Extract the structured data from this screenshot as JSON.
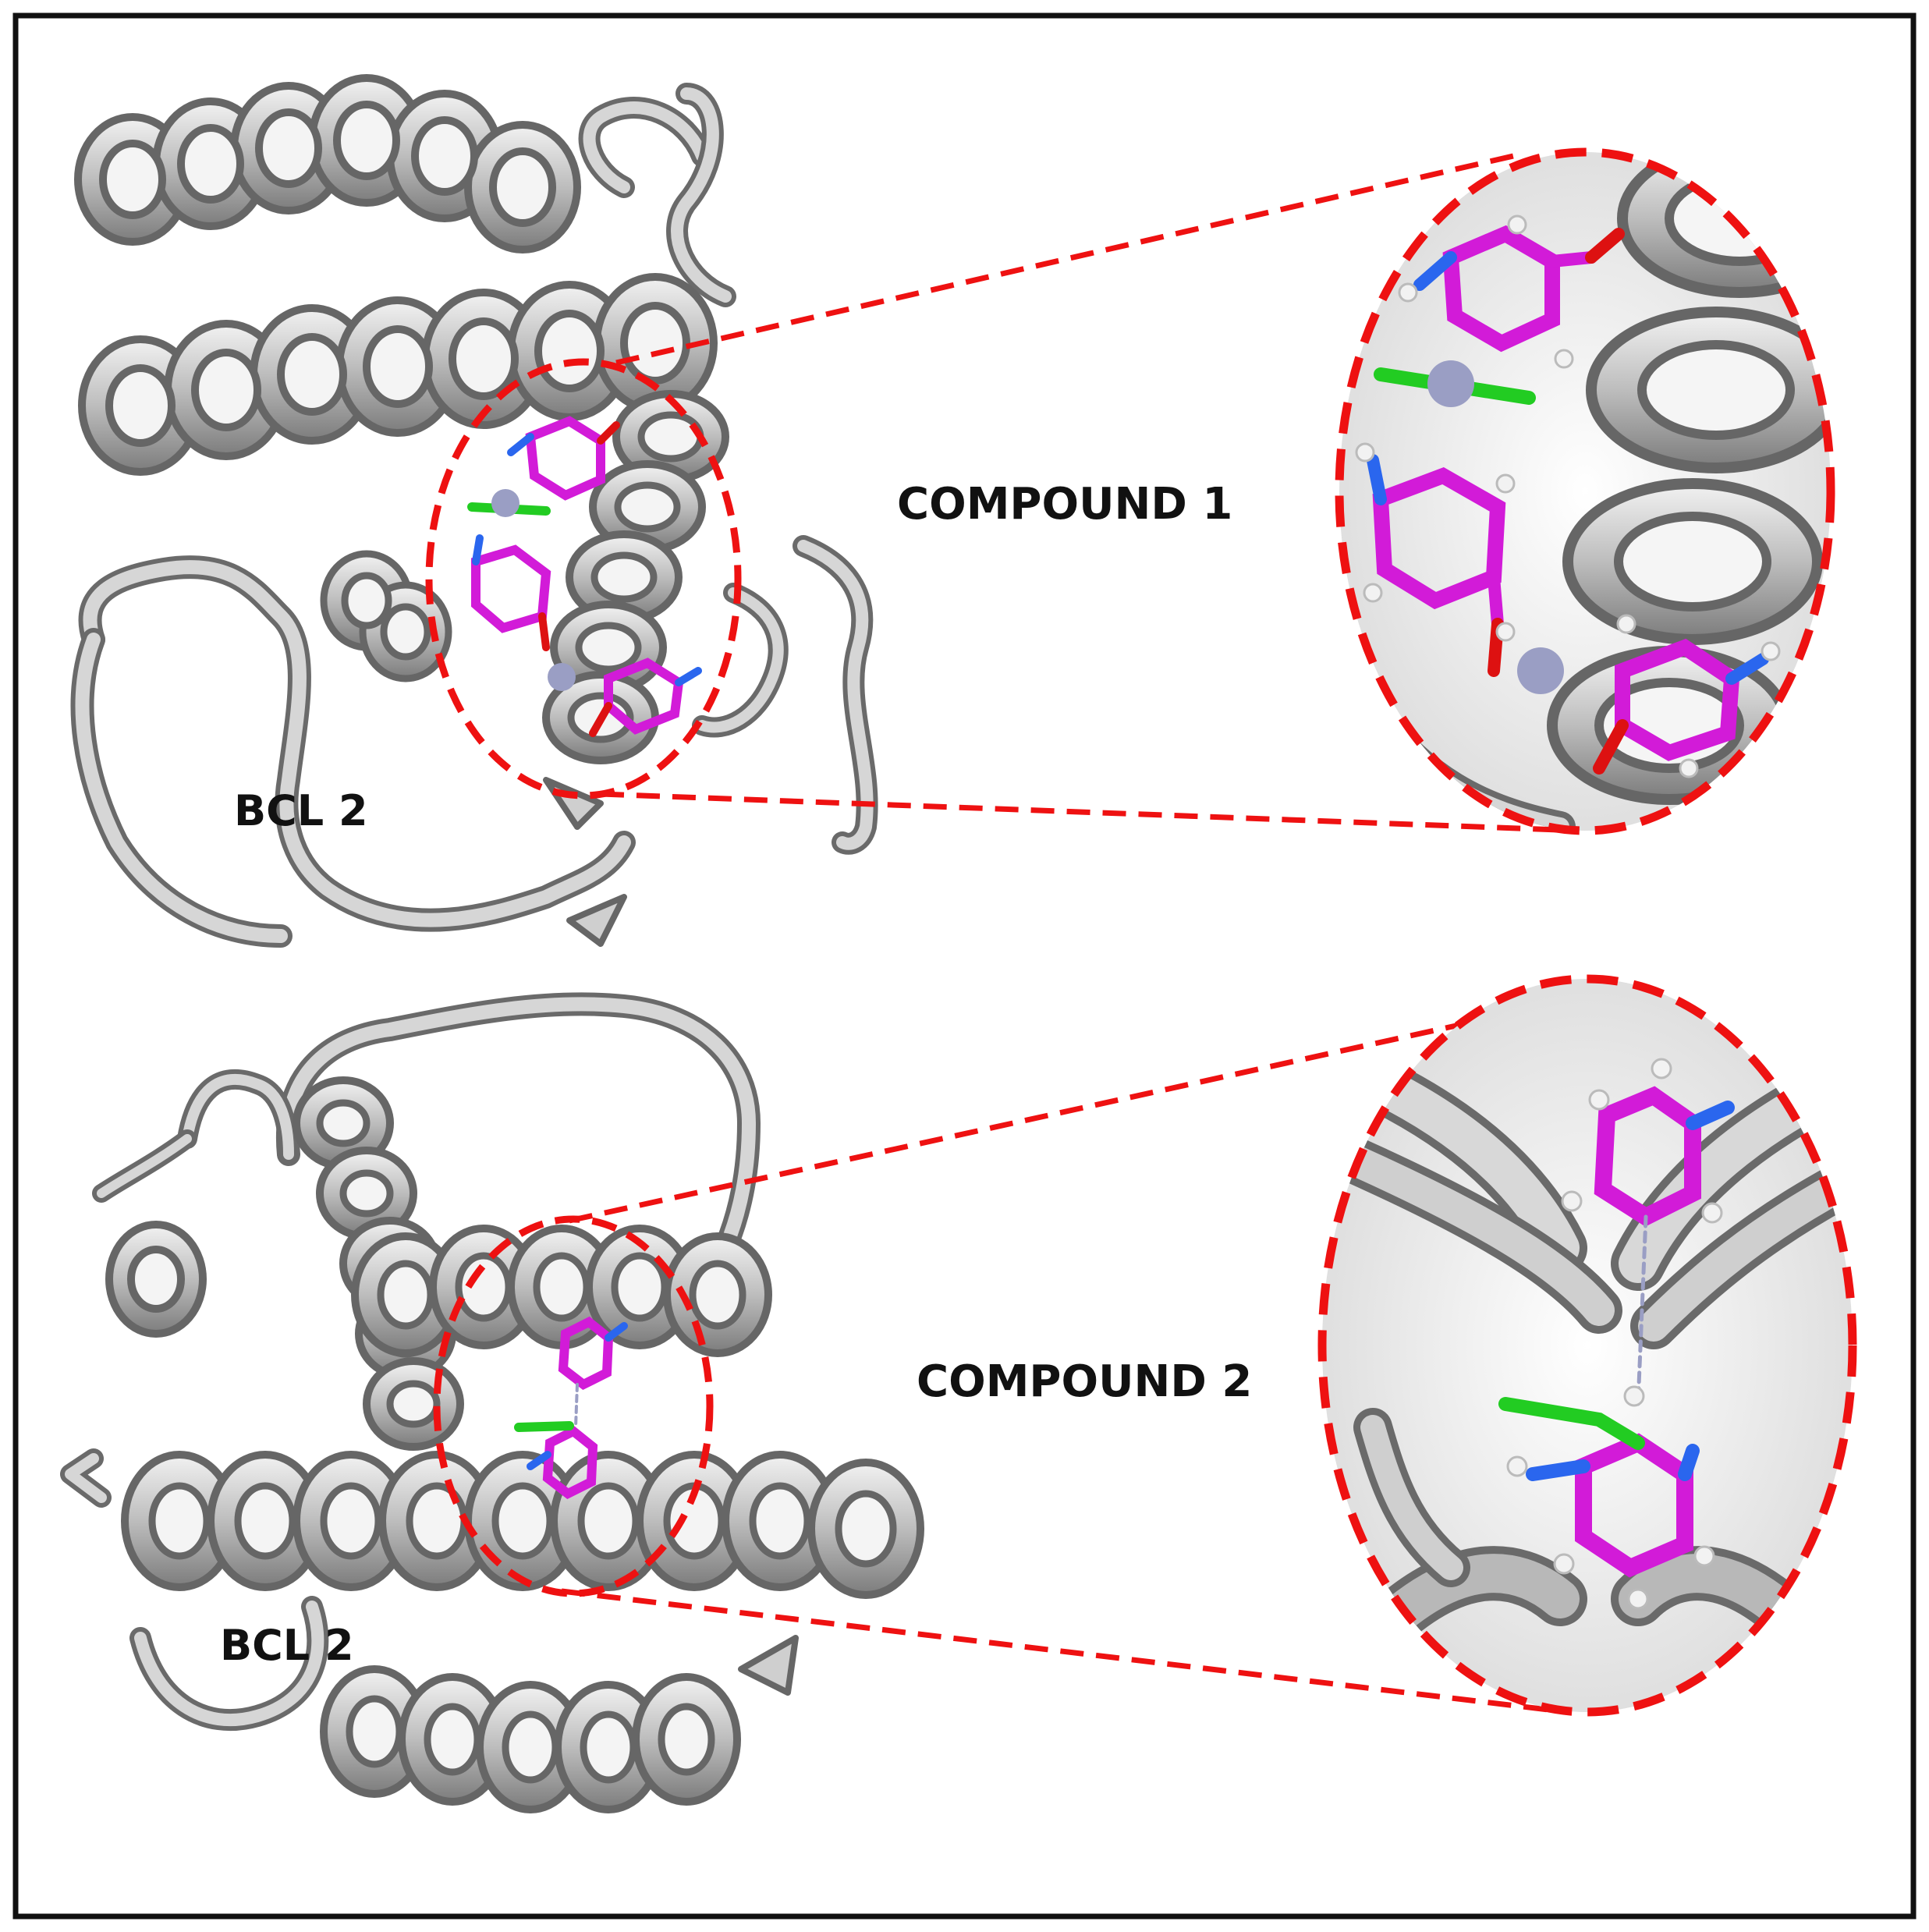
{
  "colors": {
    "frame": "#111111",
    "background": "#ffffff",
    "ribbon_fill": "#c9c9c9",
    "ribbon_edge": "#6a6a6a",
    "zoom_marker": "#ee1111",
    "ligand_carbon": "#d21bd8",
    "ligand_nitrogen": "#2a66ee",
    "ligand_oxygen": "#dd1111",
    "ligand_hydrogen": "#f2f2f2",
    "metal": "#9a9ec4",
    "chloride": "#22cc22",
    "label": "#111111"
  },
  "panels": [
    {
      "id": "top",
      "protein_label": "BCL 2",
      "compound_label": "COMPOUND 1"
    },
    {
      "id": "bottom",
      "protein_label": "BCL 2",
      "compound_label": "COMPOUND 2"
    }
  ]
}
